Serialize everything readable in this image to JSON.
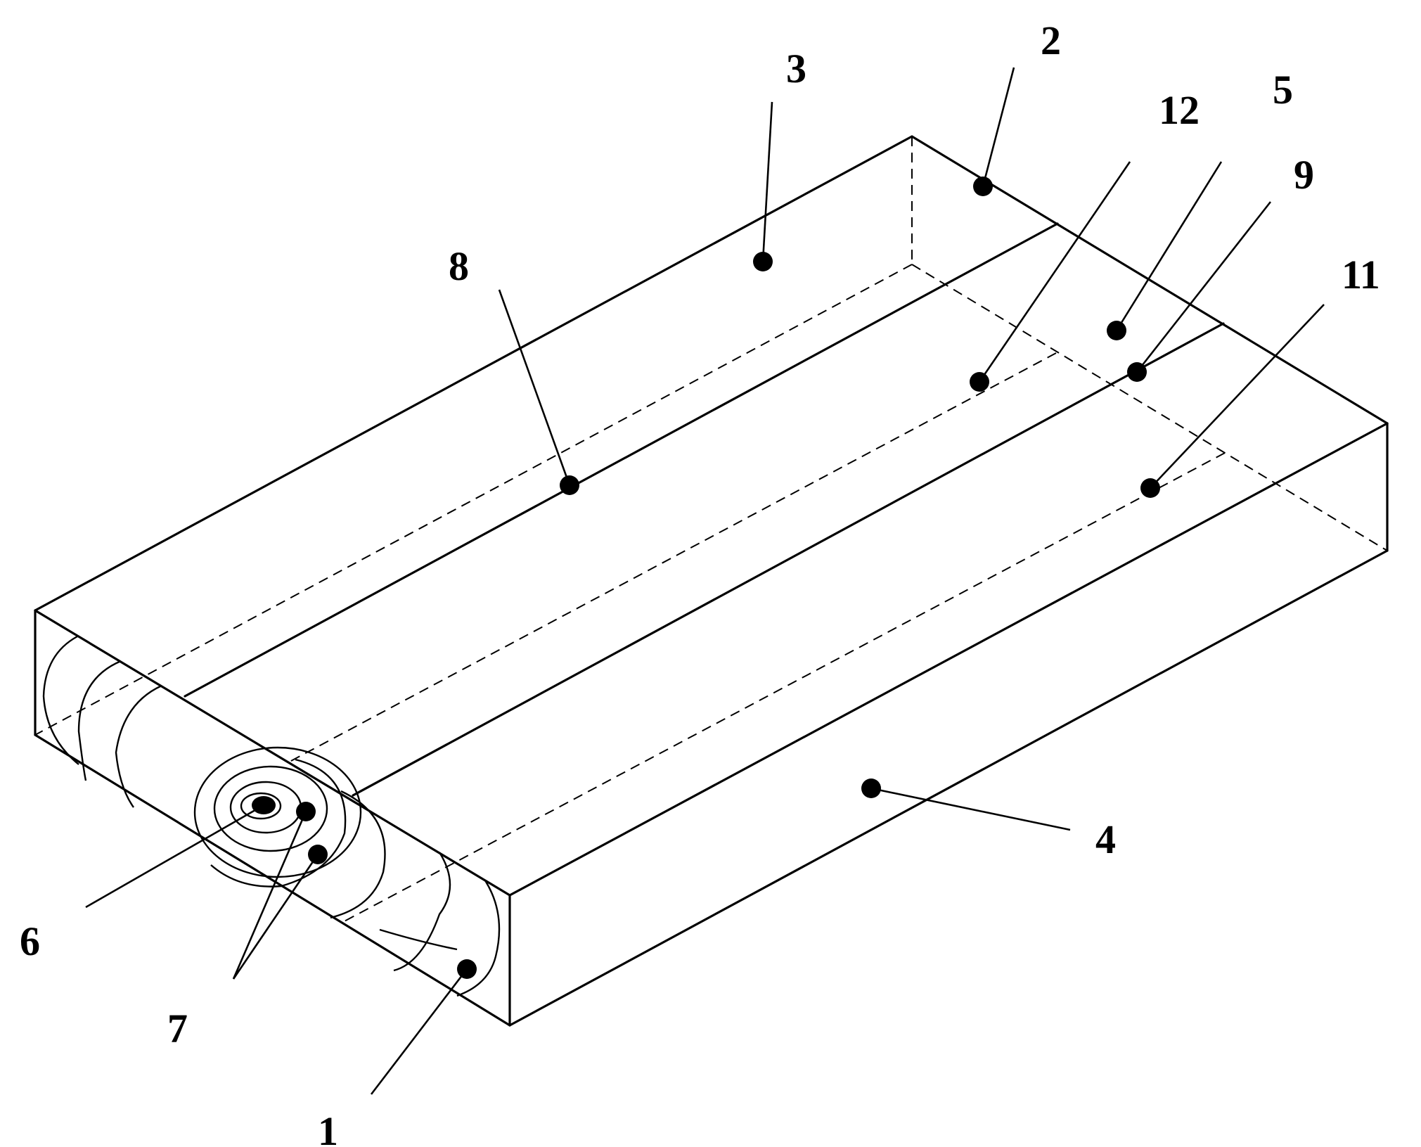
{
  "figure": {
    "labels": {
      "l1": "1",
      "l2": "2",
      "l3": "3",
      "l4": "4",
      "l5": "5",
      "l6": "6",
      "l7": "7",
      "l8": "8",
      "l9": "9",
      "l11": "11",
      "l12": "12"
    }
  }
}
